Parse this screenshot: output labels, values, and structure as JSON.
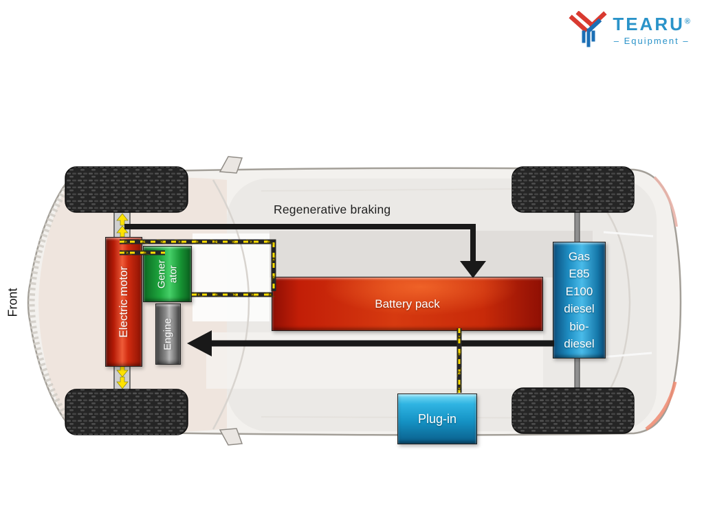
{
  "page": {
    "background": "#ffffff"
  },
  "logo": {
    "brand": "TEARU",
    "registered_mark": "®",
    "tagline": "– Equipment –",
    "brand_color": "#2a93c9",
    "icon_red": "#d93a30",
    "icon_blue": "#1b6fb5"
  },
  "diagram": {
    "front_label": "Front",
    "regen_label": "Regenerative braking",
    "components": {
      "electric_motor": {
        "label": "Electric motor",
        "color": "#d12c10"
      },
      "generator": {
        "line1": "Gener",
        "line2": "ator",
        "color": "#1fa83f"
      },
      "engine": {
        "label": "Engine",
        "color": "#8a8a8a"
      },
      "battery_pack": {
        "label": "Battery pack",
        "color": "#c21e07"
      },
      "fuel_tank": {
        "lines": [
          "Gas",
          "E85",
          "E100",
          "diesel",
          "bio-",
          "diesel"
        ],
        "color": "#1f8fc4"
      },
      "plug_in": {
        "label": "Plug-in",
        "color": "#1592c4"
      }
    },
    "flows": [
      {
        "from": "front-wheels",
        "to": "battery-pack",
        "label": "Regenerative braking",
        "style": "black-arrow"
      },
      {
        "from": "fuel-tank",
        "to": "engine",
        "style": "black-arrow"
      },
      {
        "from": "electric-motor",
        "to": "battery-pack",
        "style": "electric-cable"
      },
      {
        "from": "electric-motor",
        "to": "generator",
        "style": "electric-cable"
      },
      {
        "from": "generator",
        "to": "battery-pack",
        "style": "electric-cable"
      },
      {
        "from": "plug-in",
        "to": "battery-pack",
        "style": "electric-cable"
      }
    ],
    "cable_color": "#ffdf00",
    "arrow_color": "#191919"
  }
}
